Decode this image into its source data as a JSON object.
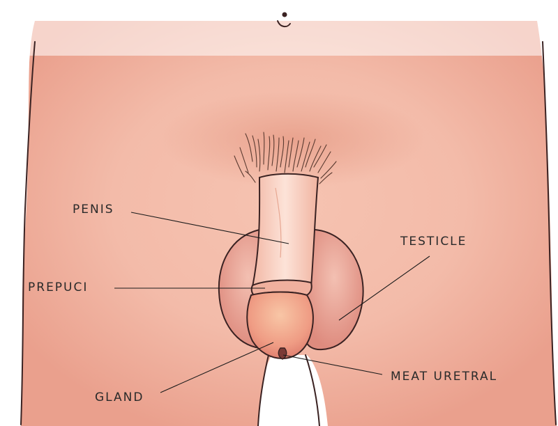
{
  "labels": {
    "penis": "PENIS",
    "testicle": "TESTICLE",
    "prepuci": "PREPUCI",
    "gland": "GLAND",
    "meat_uretral": "MEAT URETRAL"
  },
  "colors": {
    "skin_light": "#fbe2d6",
    "skin_mid": "#f4b9a6",
    "skin_dark": "#e79783",
    "scrotum": "#e9a195",
    "glans": "#ef9c84",
    "outline": "#3a2222",
    "label_text": "#2a2a2a"
  }
}
